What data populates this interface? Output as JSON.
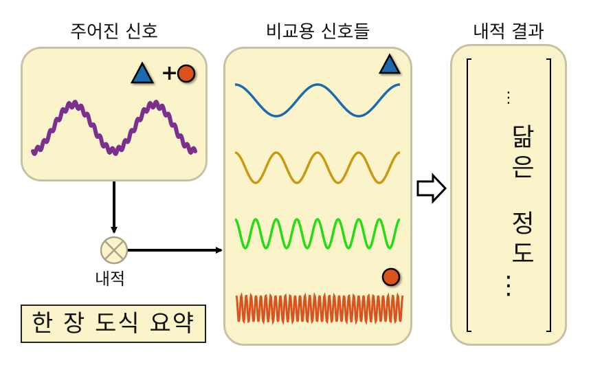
{
  "titles": {
    "given_signal": "주어진 신호",
    "comparison_signals": "비교용 신호들",
    "inner_product_result": "내적 결과"
  },
  "operator_label": "내적",
  "plus_sign": "+",
  "summary_label": "한 장 도식 요약",
  "result": {
    "top_dots": "⋮",
    "line1": "닮은",
    "line2": "정도",
    "bottom_dots": "⋮"
  },
  "colors": {
    "panel_fill": "#fbf3c9",
    "panel_border": "#c9c1a4",
    "given_wave": "#7b2f8e",
    "wave_blue": "#1a6aad",
    "wave_gold": "#c99a10",
    "wave_green": "#22dd11",
    "wave_orange": "#d9531e",
    "triangle": "#1a6aad",
    "circle": "#d9531e"
  },
  "icons": [
    "triangle-icon",
    "circle-icon",
    "multiply-circle-icon",
    "hollow-arrow-icon"
  ]
}
